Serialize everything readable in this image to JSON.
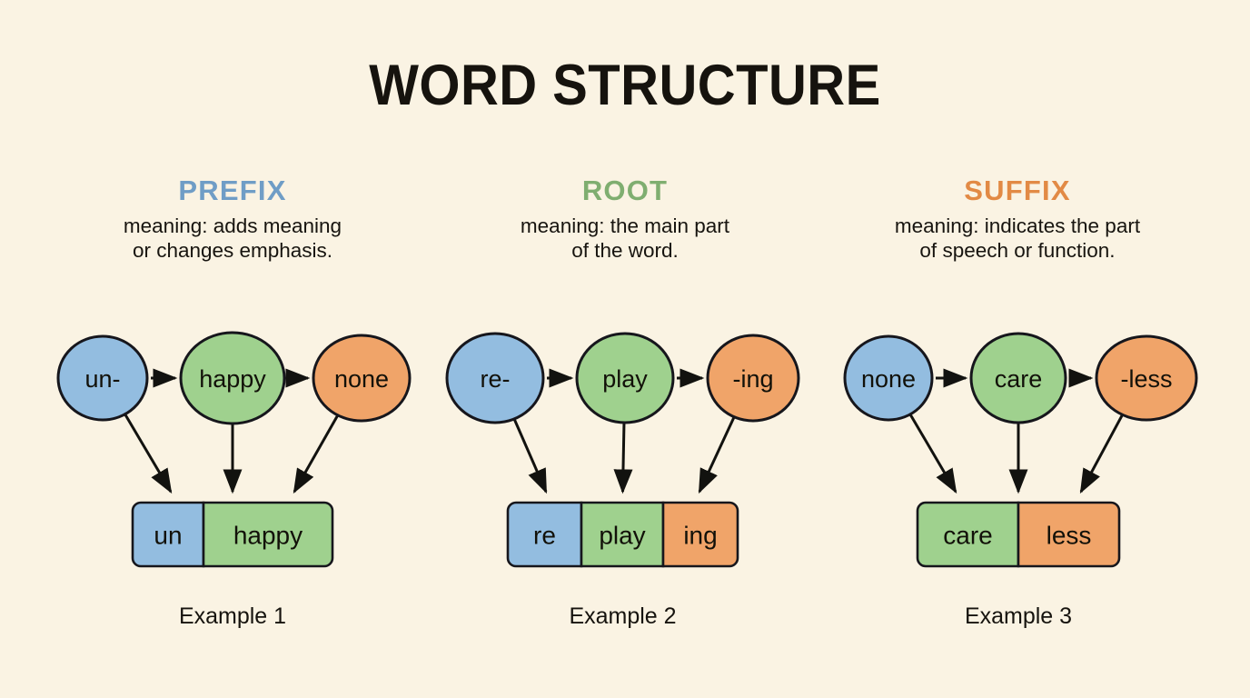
{
  "page": {
    "title": "WORD STRUCTURE",
    "background_color": "#faf3e3"
  },
  "palette": {
    "prefix": "#93bde0",
    "root": "#9fd18e",
    "suffix": "#f0a469",
    "prefix_text": "#6f9dc6",
    "root_text": "#7fae70",
    "suffix_text": "#e28a45",
    "outline": "#16161c",
    "text": "#16130e"
  },
  "columns": [
    {
      "id": "prefix",
      "label": "PREFIX",
      "color": "#6f9dc6",
      "description": "meaning: adds meaning\nor changes emphasis."
    },
    {
      "id": "root",
      "label": "ROOT",
      "color": "#7fae70",
      "description": "meaning: the main part\nof the word."
    },
    {
      "id": "suffix",
      "label": "SUFFIX",
      "color": "#e28a45",
      "description": "meaning: indicates the part\nof speech or function."
    }
  ],
  "examples": [
    {
      "caption": "Example 1",
      "nodes": [
        {
          "label": "un-",
          "role": "prefix",
          "fill": "#93bde0"
        },
        {
          "label": "happy",
          "role": "root",
          "fill": "#9fd18e"
        },
        {
          "label": "none",
          "role": "suffix",
          "fill": "#f0a469"
        }
      ],
      "word_segments": [
        {
          "label": "un",
          "role": "prefix",
          "fill": "#93bde0",
          "width": 78
        },
        {
          "label": "happy",
          "role": "root",
          "fill": "#9fd18e",
          "width": 142
        }
      ]
    },
    {
      "caption": "Example 2",
      "nodes": [
        {
          "label": "re-",
          "role": "prefix",
          "fill": "#93bde0"
        },
        {
          "label": "play",
          "role": "root",
          "fill": "#9fd18e"
        },
        {
          "label": "-ing",
          "role": "suffix",
          "fill": "#f0a469"
        }
      ],
      "word_segments": [
        {
          "label": "re",
          "role": "prefix",
          "fill": "#93bde0",
          "width": 81
        },
        {
          "label": "play",
          "role": "root",
          "fill": "#9fd18e",
          "width": 90
        },
        {
          "label": "ing",
          "role": "suffix",
          "fill": "#f0a469",
          "width": 82
        }
      ]
    },
    {
      "caption": "Example 3",
      "nodes": [
        {
          "label": "none",
          "role": "prefix",
          "fill": "#93bde0"
        },
        {
          "label": "care",
          "role": "root",
          "fill": "#9fd18e"
        },
        {
          "label": "-less",
          "role": "suffix",
          "fill": "#f0a469"
        }
      ],
      "word_segments": [
        {
          "label": "care",
          "role": "root",
          "fill": "#9fd18e",
          "width": 111
        },
        {
          "label": "less",
          "role": "suffix",
          "fill": "#f0a469",
          "width": 111
        }
      ]
    }
  ]
}
